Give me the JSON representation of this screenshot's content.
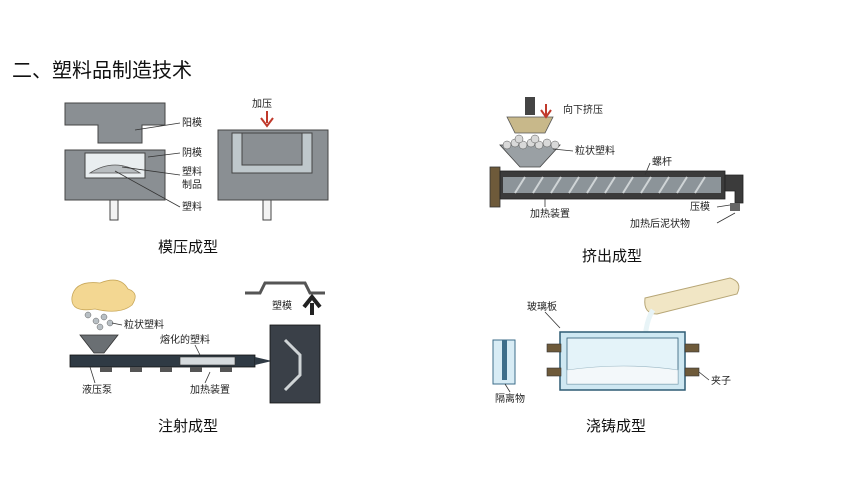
{
  "page": {
    "title": "二、塑料品制造技术"
  },
  "panels": {
    "molding": {
      "caption": "模压成型",
      "labels": {
        "male_mold": "阳模",
        "female_mold": "阴模",
        "plastic_product_1": "塑料",
        "plastic_product_2": "制品",
        "plastic": "塑料",
        "press": "加压"
      }
    },
    "extrusion": {
      "caption": "挤出成型",
      "labels": {
        "squeeze_down": "向下挤压",
        "granules": "粒状塑料",
        "screw": "螺杆",
        "heater": "加热装置",
        "die": "压模",
        "mud": "加热后泥状物"
      }
    },
    "injection": {
      "caption": "注射成型",
      "labels": {
        "granules": "粒状塑料",
        "molten": "熔化的塑料",
        "die": "塑模",
        "hydraulic_pump": "液压泵",
        "heater": "加热装置"
      }
    },
    "casting": {
      "caption": "浇铸成型",
      "labels": {
        "glass_plate": "玻璃板",
        "spacer": "隔离物",
        "clamp": "夹子"
      }
    }
  }
}
